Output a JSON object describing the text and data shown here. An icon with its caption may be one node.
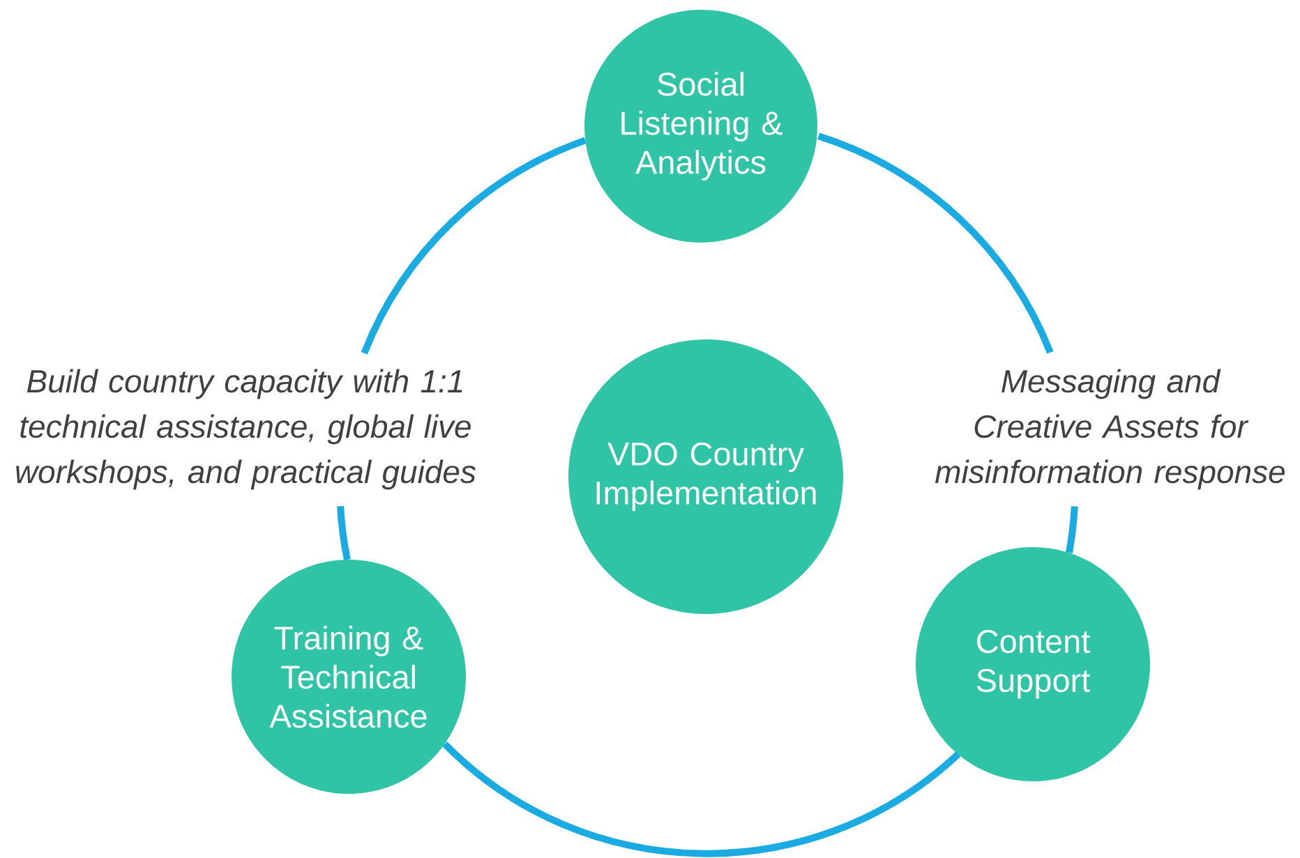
{
  "diagram": {
    "nodes": [
      {
        "text": [
          "Social Listening & Analytics"
        ]
      },
      {
        "text": [
          "Build country capacity with 1:1 technical assistance, global live workshops, and practical guides"
        ]
      },
      {
        "text": [
          "VDO Country Implementation"
        ]
      },
      {
        "text": [
          "Messaging and Creative Assets for misinformation response"
        ]
      },
      {
        "text": [
          "Training & Technical Assistance"
        ]
      },
      {
        "text": [
          "Content Support"
        ]
      }
    ],
    "edges": [
      {
        "from": 0,
        "to": 1,
        "arrow": "none"
      },
      {
        "from": 1,
        "to": 4,
        "arrow": "none"
      },
      {
        "from": 4,
        "to": 5,
        "arrow": "none"
      },
      {
        "from": 5,
        "to": 3,
        "arrow": "none"
      },
      {
        "from": 3,
        "to": 0,
        "arrow": "none"
      }
    ]
  }
}
